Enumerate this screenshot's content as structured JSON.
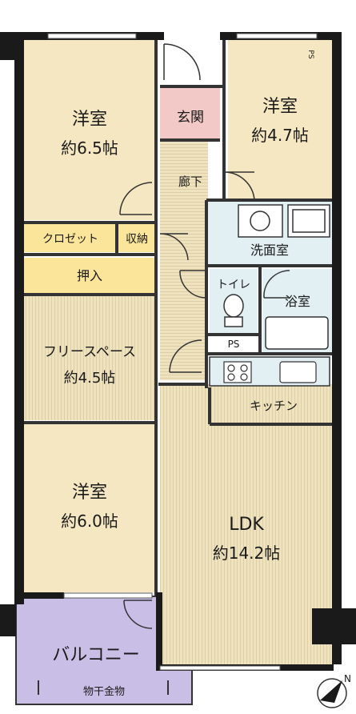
{
  "rooms": {
    "bedroom_nw": {
      "name": "洋室",
      "size": "約6.5帖"
    },
    "bedroom_ne": {
      "name": "洋室",
      "size": "約4.7帖"
    },
    "entrance": {
      "name": "玄関"
    },
    "hallway": {
      "name": "廊下"
    },
    "closet": {
      "name": "クロゼット"
    },
    "storage": {
      "name": "収納"
    },
    "washroom": {
      "name": "洗面室"
    },
    "oshiire": {
      "name": "押入"
    },
    "toilet": {
      "name": "トイレ"
    },
    "bath": {
      "name": "浴室"
    },
    "ps_bottom": {
      "name": "PS"
    },
    "ps_top": {
      "name": "PS"
    },
    "free_space": {
      "name": "フリースペース",
      "size": "約4.5帖"
    },
    "kitchen": {
      "name": "キッチン"
    },
    "bedroom_sw": {
      "name": "洋室",
      "size": "約6.0帖"
    },
    "ldk": {
      "name": "LDK",
      "size": "約14.2帖"
    },
    "balcony": {
      "name": "バルコニー"
    },
    "drying_rack": {
      "name": "物干金物"
    }
  },
  "colors": {
    "tatami_floor": "#f6e7c3",
    "wood_floor": "#efe2bf",
    "storage_yellow": "#fbe59a",
    "entrance_pink": "#f3c9c8",
    "wet_area": "#e3f0f3",
    "balcony_purple": "#c9bfe6",
    "wall": "#1a1a1a"
  },
  "icons": [
    "compass-north-icon",
    "toilet-icon",
    "washbasin-icon",
    "bathtub-icon",
    "stove-icon",
    "sink-icon",
    "washing-machine-icon"
  ]
}
